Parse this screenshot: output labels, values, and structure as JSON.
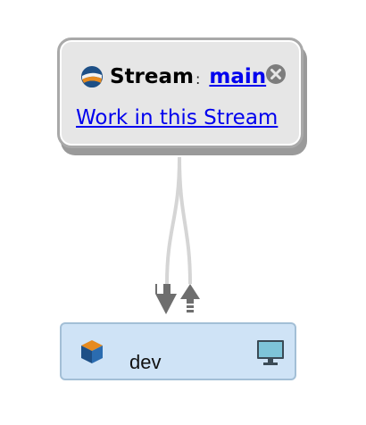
{
  "stream": {
    "label": "Stream",
    "separator": ":",
    "name": "main",
    "work_link": "Work in this Stream",
    "icon": "stream-icon",
    "close_icon": "close-icon"
  },
  "connector": {
    "down_arrow_icon": "down-arrow-icon",
    "up_arrow_icon": "up-arrow-icon"
  },
  "workspace": {
    "name": "dev",
    "icon": "workspace-icon",
    "monitor_icon": "monitor-icon"
  },
  "colors": {
    "stream_card_bg": "#e6e6e6",
    "stream_card_border": "#a9a9a9",
    "workspace_card_bg": "#cfe3f6",
    "workspace_card_border": "#a3bfd6",
    "link": "#0000ee",
    "arrow": "#6e6e6e"
  }
}
